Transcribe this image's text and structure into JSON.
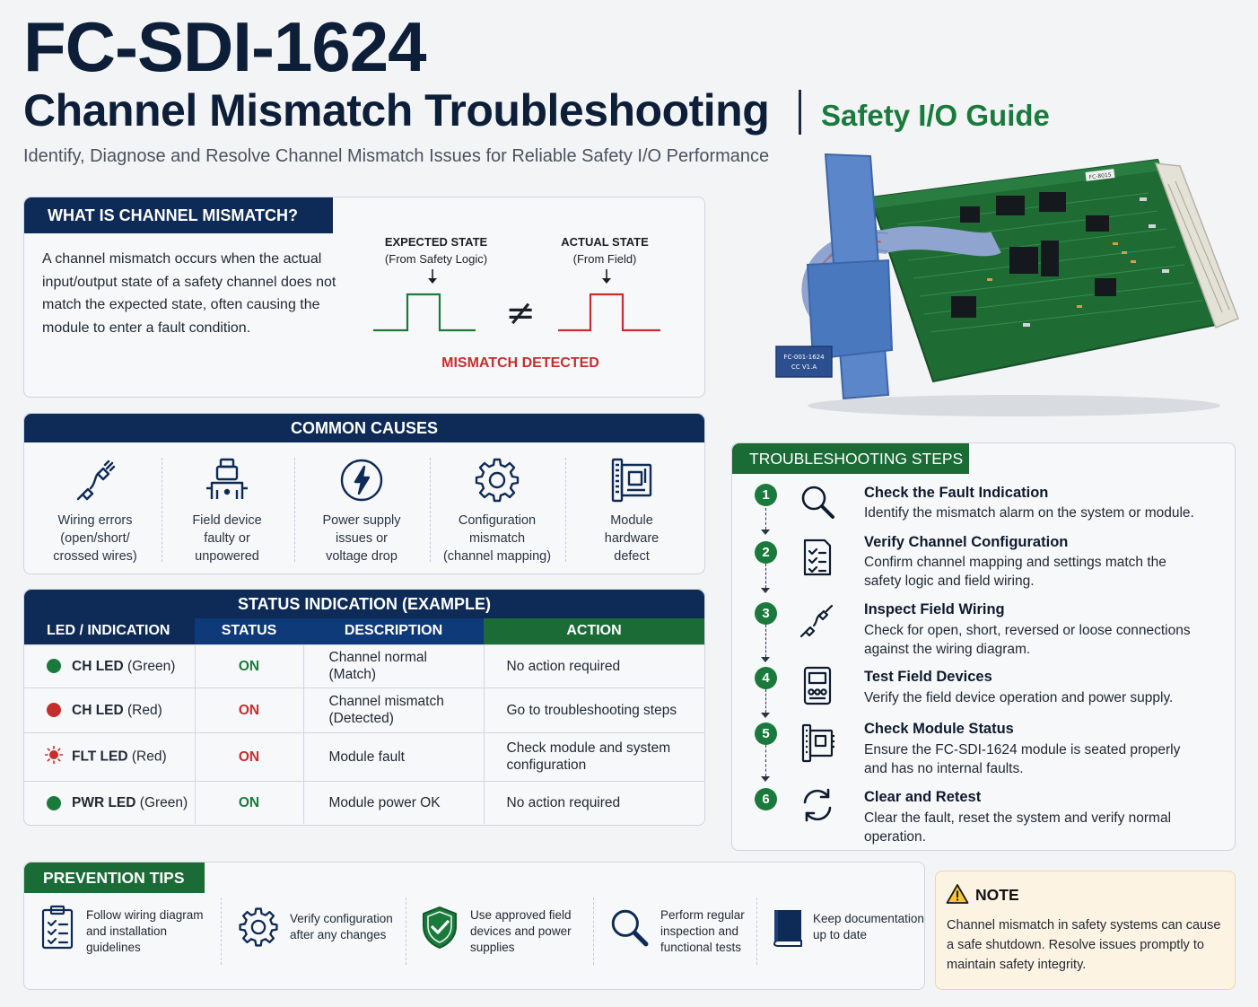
{
  "header": {
    "model": "FC-SDI-1624",
    "title": "Channel Mismatch Troubleshooting",
    "guide_label": "Safety I/O Guide",
    "tagline": "Identify, Diagnose and Resolve Channel Mismatch Issues for Reliable Safety I/O Performance"
  },
  "what_is": {
    "heading": "WHAT IS CHANNEL MISMATCH?",
    "body": "A channel mismatch occurs when the actual input/output state of a safety channel does not match the expected state, often causing the module to enter a fault condition.",
    "expected_label": "EXPECTED STATE",
    "expected_sub": "(From Safety Logic)",
    "actual_label": "ACTUAL STATE",
    "actual_sub": "(From Field)",
    "not_equal_symbol": "≠",
    "result": "MISMATCH DETECTED",
    "expected_color": "#1a7a3c",
    "actual_color": "#c62e2e"
  },
  "common_causes": {
    "heading": "COMMON CAUSES",
    "items": [
      {
        "icon": "wire-icon",
        "line1": "Wiring errors",
        "line2": "(open/short/",
        "line3": "crossed wires)"
      },
      {
        "icon": "field-device-icon",
        "line1": "Field device",
        "line2": "faulty or",
        "line3": "unpowered"
      },
      {
        "icon": "power-icon",
        "line1": "Power supply",
        "line2": "issues or",
        "line3": "voltage drop"
      },
      {
        "icon": "gear-icon",
        "line1": "Configuration",
        "line2": "mismatch",
        "line3": "(channel mapping)"
      },
      {
        "icon": "module-icon",
        "line1": "Module",
        "line2": "hardware",
        "line3": "defect"
      }
    ]
  },
  "status_indication": {
    "heading": "STATUS INDICATION (EXAMPLE)",
    "columns": [
      "LED / INDICATION",
      "STATUS",
      "DESCRIPTION",
      "ACTION"
    ],
    "rows": [
      {
        "led": "CH LED",
        "color_name": "(Green)",
        "dot": "#1a7a3c",
        "status": "ON",
        "status_color": "#1a7a3c",
        "desc1": "Channel normal",
        "desc2": "(Match)",
        "action1": "No action required",
        "action2": ""
      },
      {
        "led": "CH LED",
        "color_name": "(Red)",
        "dot": "#c62e2e",
        "status": "ON",
        "status_color": "#c62e2e",
        "desc1": "Channel mismatch",
        "desc2": "(Detected)",
        "action1": "Go to troubleshooting steps",
        "action2": ""
      },
      {
        "led": "FLT LED",
        "color_name": "(Red)",
        "dot": "#c62e2e",
        "status": "ON",
        "status_color": "#c62e2e",
        "desc1": "Module fault",
        "desc2": "",
        "action1": "Check module and system",
        "action2": "configuration"
      },
      {
        "led": "PWR LED",
        "color_name": "(Green)",
        "dot": "#1a7a3c",
        "status": "ON",
        "status_color": "#1a7a3c",
        "desc1": "Module power OK",
        "desc2": "",
        "action1": "No action required",
        "action2": ""
      }
    ]
  },
  "module_image": {
    "label_line1": "FC-001-1624",
    "label_line2": "CC V1.A",
    "sticker": "FC-8015"
  },
  "troubleshooting": {
    "heading": "TROUBLESHOOTING STEPS",
    "steps": [
      {
        "num": "1",
        "icon": "magnifier-icon",
        "title": "Check the Fault Indication",
        "line1": "Identify the mismatch alarm on the system or module.",
        "line2": ""
      },
      {
        "num": "2",
        "icon": "checklist-icon",
        "title": "Verify Channel Configuration",
        "line1": "Confirm channel mapping and settings match the",
        "line2": "safety logic and field wiring."
      },
      {
        "num": "3",
        "icon": "wire-icon",
        "title": "Inspect Field Wiring",
        "line1": "Check for open, short, reversed or loose connections",
        "line2": "against the wiring diagram."
      },
      {
        "num": "4",
        "icon": "field-device-icon",
        "title": "Test Field Devices",
        "line1": "Verify the field device operation and power supply.",
        "line2": ""
      },
      {
        "num": "5",
        "icon": "module-icon",
        "title": "Check Module Status",
        "line1": "Ensure the FC-SDI-1624 module is seated properly",
        "line2": "and has no internal faults."
      },
      {
        "num": "6",
        "icon": "refresh-icon",
        "title": "Clear and Retest",
        "line1": "Clear the fault, reset the system and verify normal",
        "line2": "operation."
      }
    ]
  },
  "prevention": {
    "heading": "PREVENTION TIPS",
    "tips": [
      {
        "icon": "clipboard-icon",
        "line1": "Follow wiring diagram",
        "line2": "and installation",
        "line3": "guidelines"
      },
      {
        "icon": "gear-icon",
        "line1": "Verify configuration",
        "line2": "after any changes",
        "line3": ""
      },
      {
        "icon": "shield-check-icon",
        "line1": "Use approved field",
        "line2": "devices and power",
        "line3": "supplies"
      },
      {
        "icon": "magnifier-icon",
        "line1": "Perform regular",
        "line2": "inspection and",
        "line3": "functional tests"
      },
      {
        "icon": "book-icon",
        "line1": "Keep documentation",
        "line2": "up to date",
        "line3": ""
      }
    ]
  },
  "note": {
    "icon": "warning-icon",
    "title": "NOTE",
    "line1": "Channel mismatch in safety systems can cause",
    "line2": "a safe shutdown. Resolve issues promptly to",
    "line3": "maintain safety integrity."
  }
}
